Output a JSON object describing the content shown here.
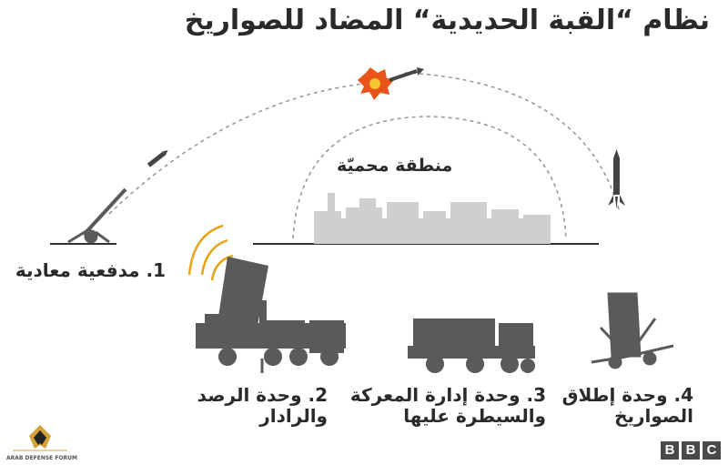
{
  "title": "نظام “القبة الحديدية“ المضاد للصواريخ",
  "protected_zone": "منطقة محميّة",
  "components": [
    {
      "label": "1. مدفعية معادية"
    },
    {
      "label_line1": "2. وحدة الرصد",
      "label_line2": "والرادار"
    },
    {
      "label_line1": "3. وحدة إدارة المعركة",
      "label_line2": "والسيطرة عليها"
    },
    {
      "label_line1": "4. وحدة إطلاق",
      "label_line2": "الصواريخ"
    }
  ],
  "brand": {
    "letters": [
      "B",
      "B",
      "C"
    ]
  },
  "watermark": {
    "text": "ARAB DEFENSE FORUM"
  },
  "colors": {
    "vehicle": "#5a5a5a",
    "city": "#cfcfcf",
    "radar_waves": "#e8a317",
    "explosion": "#e8541a",
    "dashes": "#9a9a9a"
  }
}
